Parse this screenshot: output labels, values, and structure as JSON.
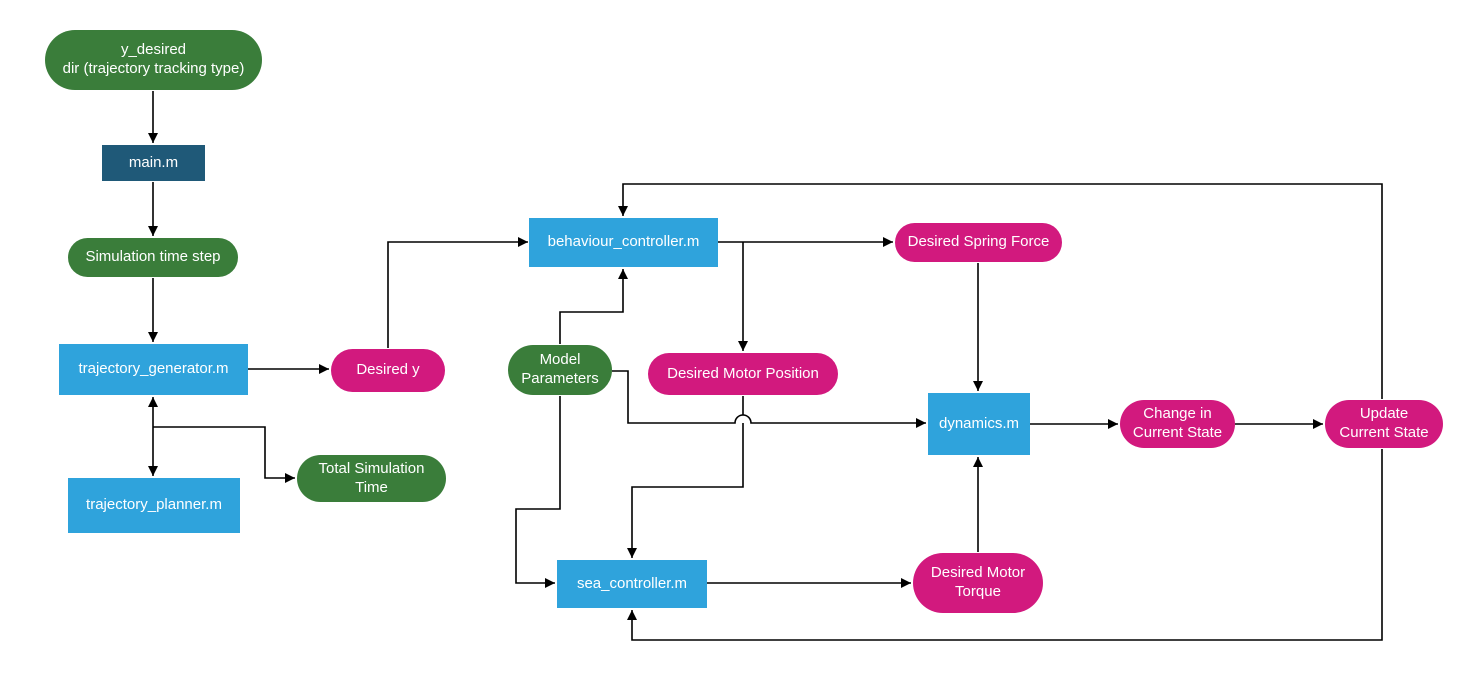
{
  "diagram": {
    "type": "flowchart",
    "colors": {
      "input_node": "#3A7D3A",
      "script_node": "#2FA3DC",
      "main_node": "#1F5978",
      "data_node": "#D2197E",
      "connector": "#000000",
      "background": "#ffffff",
      "text": "#ffffff"
    },
    "nodes": {
      "y_desired": {
        "label": "y_desired\ndir (trajectory tracking type)",
        "shape": "rounded",
        "role": "input"
      },
      "main_m": {
        "label": "main.m",
        "shape": "rectangle",
        "role": "script"
      },
      "sim_time_step": {
        "label": "Simulation time step",
        "shape": "rounded",
        "role": "input"
      },
      "trajectory_generator": {
        "label": "trajectory_generator.m",
        "shape": "rectangle",
        "role": "script"
      },
      "trajectory_planner": {
        "label": "trajectory_planner.m",
        "shape": "rectangle",
        "role": "script"
      },
      "total_sim_time": {
        "label": "Total Simulation\nTime",
        "shape": "rounded",
        "role": "input"
      },
      "desired_y": {
        "label": "Desired y",
        "shape": "rounded",
        "role": "data"
      },
      "behaviour_controller": {
        "label": "behaviour_controller.m",
        "shape": "rectangle",
        "role": "script"
      },
      "model_parameters": {
        "label": "Model\nParameters",
        "shape": "rounded",
        "role": "input"
      },
      "desired_motor_position": {
        "label": "Desired Motor Position",
        "shape": "rounded",
        "role": "data"
      },
      "desired_spring_force": {
        "label": "Desired Spring Force",
        "shape": "rounded",
        "role": "data"
      },
      "dynamics": {
        "label": "dynamics.m",
        "shape": "rectangle",
        "role": "script"
      },
      "change_current_state": {
        "label": "Change in\nCurrent State",
        "shape": "rounded",
        "role": "data"
      },
      "update_current_state": {
        "label": "Update\nCurrent State",
        "shape": "rounded",
        "role": "data"
      },
      "sea_controller": {
        "label": "sea_controller.m",
        "shape": "rectangle",
        "role": "script"
      },
      "desired_motor_torque": {
        "label": "Desired Motor\nTorque",
        "shape": "rounded",
        "role": "data"
      }
    },
    "edges": [
      {
        "from": "y_desired",
        "to": "main_m"
      },
      {
        "from": "main_m",
        "to": "sim_time_step"
      },
      {
        "from": "sim_time_step",
        "to": "trajectory_generator"
      },
      {
        "from": "trajectory_generator",
        "to": "trajectory_planner",
        "bidirectional": true
      },
      {
        "from": "trajectory_generator",
        "to": "total_sim_time"
      },
      {
        "from": "trajectory_generator",
        "to": "desired_y"
      },
      {
        "from": "desired_y",
        "to": "behaviour_controller"
      },
      {
        "from": "behaviour_controller",
        "to": "desired_spring_force"
      },
      {
        "from": "behaviour_controller",
        "to": "desired_motor_position"
      },
      {
        "from": "desired_spring_force",
        "to": "dynamics"
      },
      {
        "from": "model_parameters",
        "to": "behaviour_controller"
      },
      {
        "from": "model_parameters",
        "to": "dynamics"
      },
      {
        "from": "model_parameters",
        "to": "sea_controller"
      },
      {
        "from": "desired_motor_position",
        "to": "sea_controller"
      },
      {
        "from": "sea_controller",
        "to": "desired_motor_torque"
      },
      {
        "from": "desired_motor_torque",
        "to": "dynamics"
      },
      {
        "from": "dynamics",
        "to": "change_current_state"
      },
      {
        "from": "change_current_state",
        "to": "update_current_state"
      },
      {
        "from": "update_current_state",
        "to": "behaviour_controller"
      },
      {
        "from": "update_current_state",
        "to": "sea_controller"
      }
    ]
  }
}
